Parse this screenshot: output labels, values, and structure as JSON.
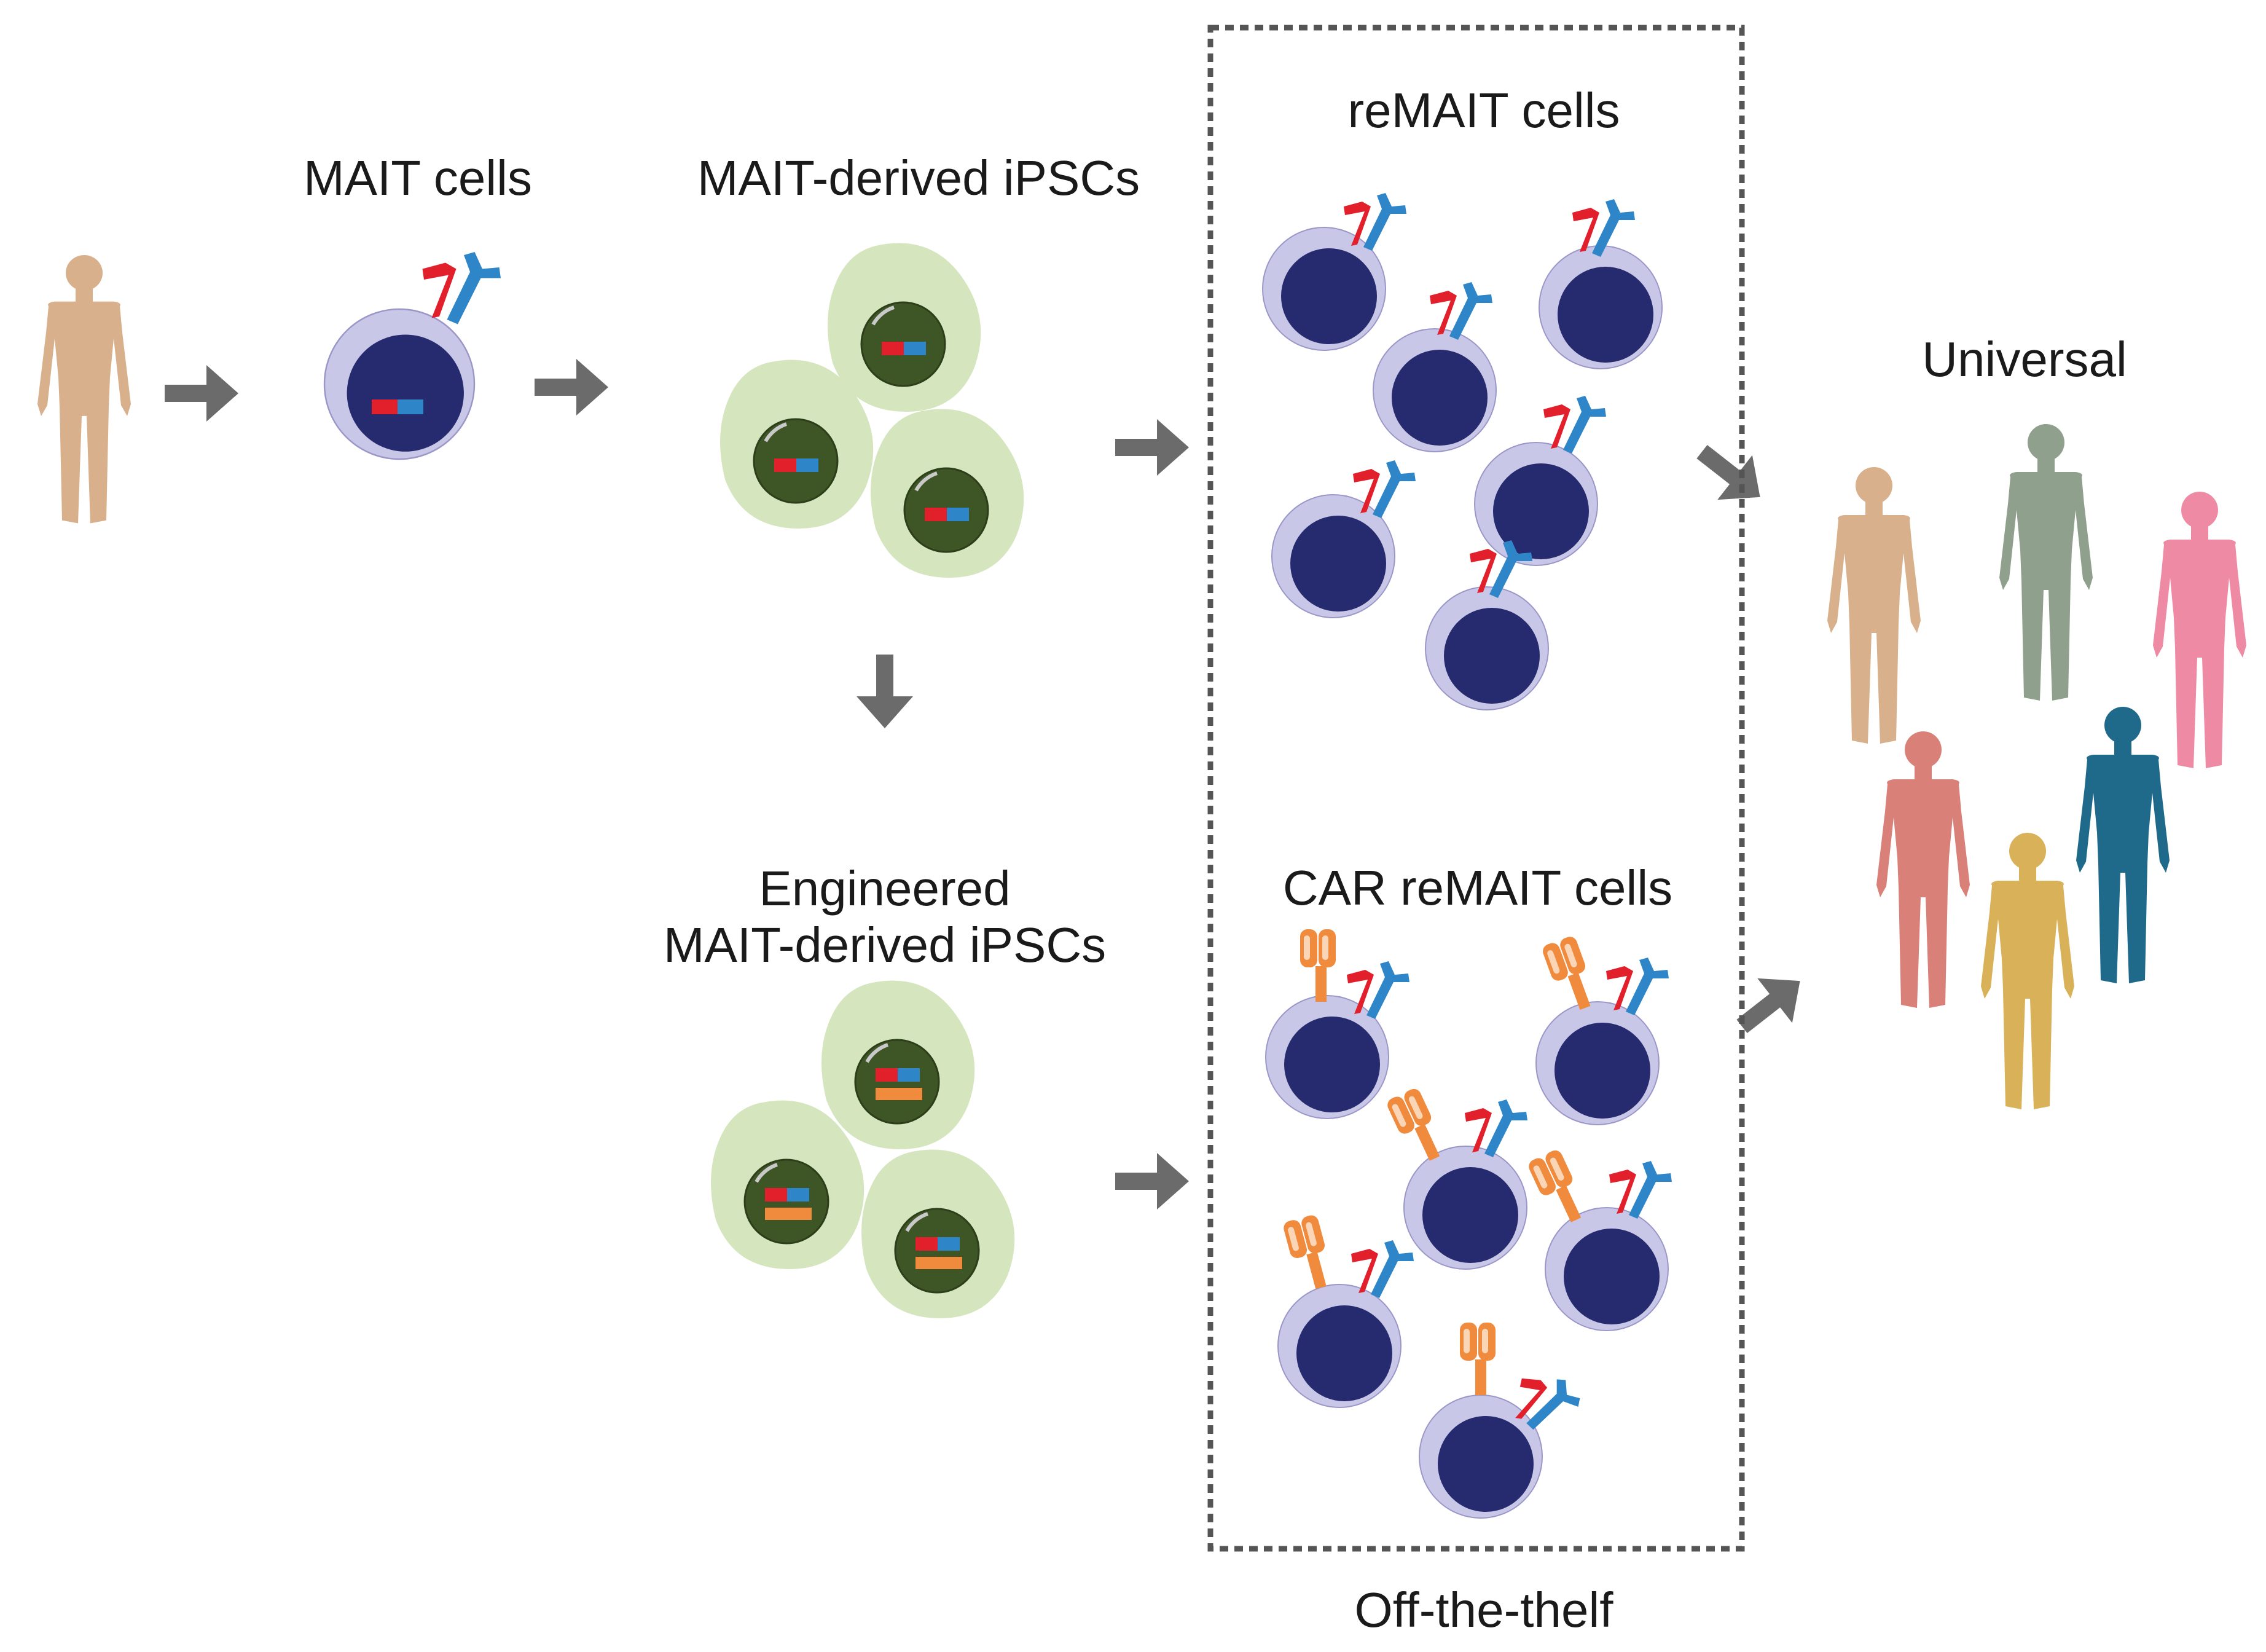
{
  "labels": {
    "mait_cells": "MAIT cells",
    "mait_ipscs": "MAIT-derived iPSCs",
    "engineered_line1": "Engineered",
    "engineered_line2": "MAIT-derived iPSCs",
    "remait": "reMAIT cells",
    "car_remait": "CAR reMAIT cells",
    "universal": "Universal",
    "off_the_shelf": "Off-the-thelf"
  },
  "icons": {
    "donor": "human-figure-icon",
    "arrow": "arrow-icon",
    "mait_cell": "mait-cell-icon",
    "ipsc": "ipsc-cell-icon",
    "tcr": "tcr-receptor-icon",
    "car": "car-receptor-icon"
  },
  "colors": {
    "arrow": "#6b6b6b",
    "cell_membrane": "#c9c7e8",
    "nucleus": "#262a6e",
    "ipsc_cytoplasm": "#d5e6be",
    "ipsc_nucleus": "#3e5526",
    "tcr_alpha": "#e2202c",
    "tcr_beta": "#2e86c8",
    "car": "#f08a3c",
    "human_colors": [
      "#d9b08c",
      "#8fa08c",
      "#ee8aa4",
      "#d98078",
      "#d9b158",
      "#1f6a8a"
    ]
  }
}
